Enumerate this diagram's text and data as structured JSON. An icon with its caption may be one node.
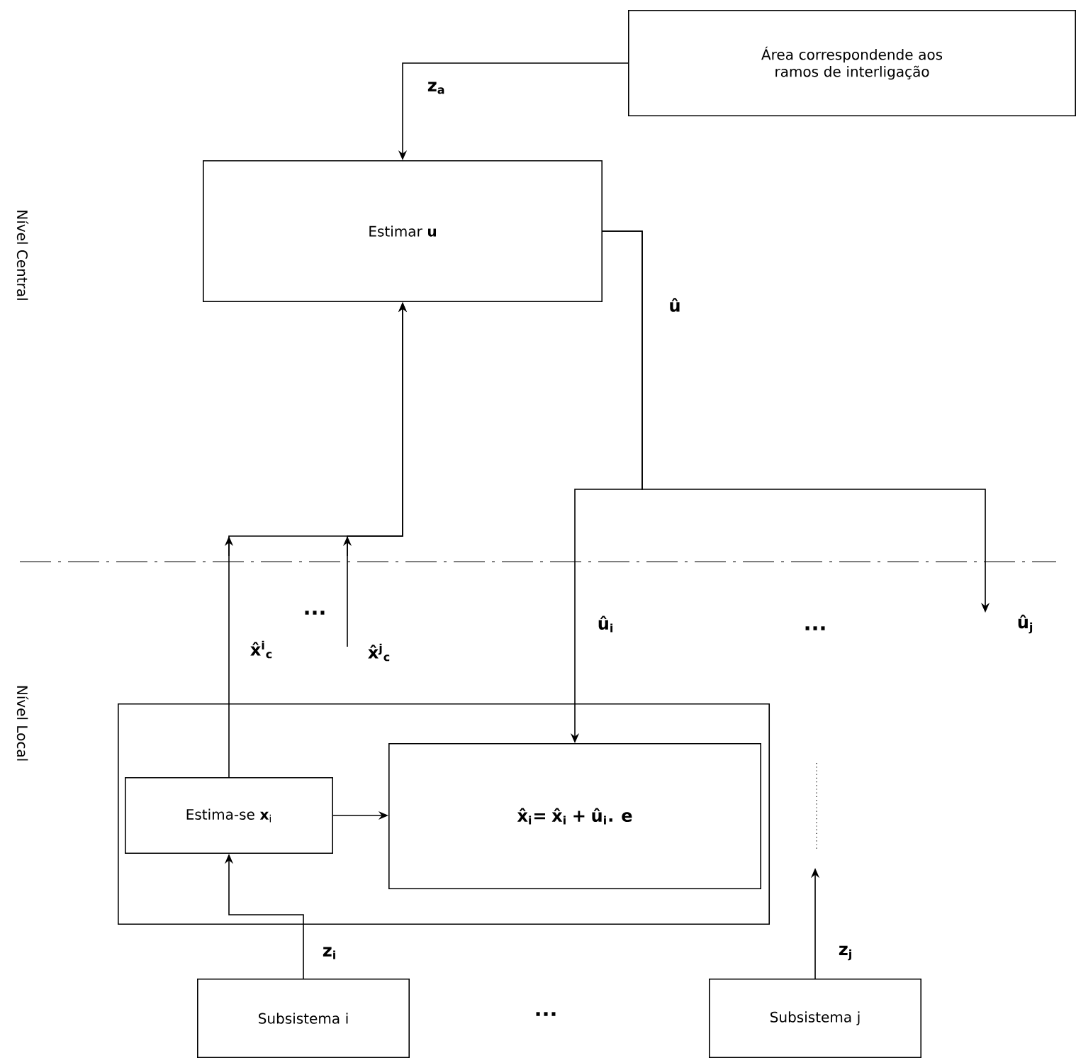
{
  "diagram": {
    "nodes": [
      {
        "text": [
          "Área correspondende aos ramos de interligação"
        ]
      },
      {
        "text": [
          "Estimar **u**"
        ]
      },
      {
        "text": [],
        "shape": "box"
      },
      {
        "text": [
          "Estima-se **x**$_{i}$"
        ],
        "in": 2
      },
      {
        "text": [
          "x̂$_{i}$= x̂$_{i}$ + û$_{i}$. e"
        ],
        "in": 2
      },
      {
        "text": [
          "Subsistema i"
        ]
      },
      {
        "text": [
          "Subsistema j"
        ]
      }
    ],
    "edges": [
      {
        "from": 0,
        "to": 1,
        "arrow": "to",
        "label": "z$_{a}$"
      },
      {
        "from": 3,
        "to": 4,
        "arrow": "to"
      },
      {
        "from": 5,
        "to": 3,
        "arrow": "to",
        "label": "z$_{i}$"
      },
      {
        "from": 3,
        "to": 1,
        "arrow": "to",
        "label": "x̂$^{i}$$_{c}$"
      },
      {
        "from": null,
        "to": 1,
        "arrow": "to",
        "label": "x̂$^{j}$$_{c}$"
      },
      {
        "from": 1,
        "to": 4,
        "arrow": "to",
        "label": "û$_{i}$"
      },
      {
        "from": 1,
        "to": null,
        "arrow": "to",
        "label": "û$_{j}$"
      },
      {
        "from": 6,
        "to": null,
        "arrow": "to",
        "label": "z$_{j}$"
      }
    ],
    "labels": [
      "Nível Central",
      "û",
      "...",
      "...",
      "Nível Local",
      "..."
    ]
  }
}
